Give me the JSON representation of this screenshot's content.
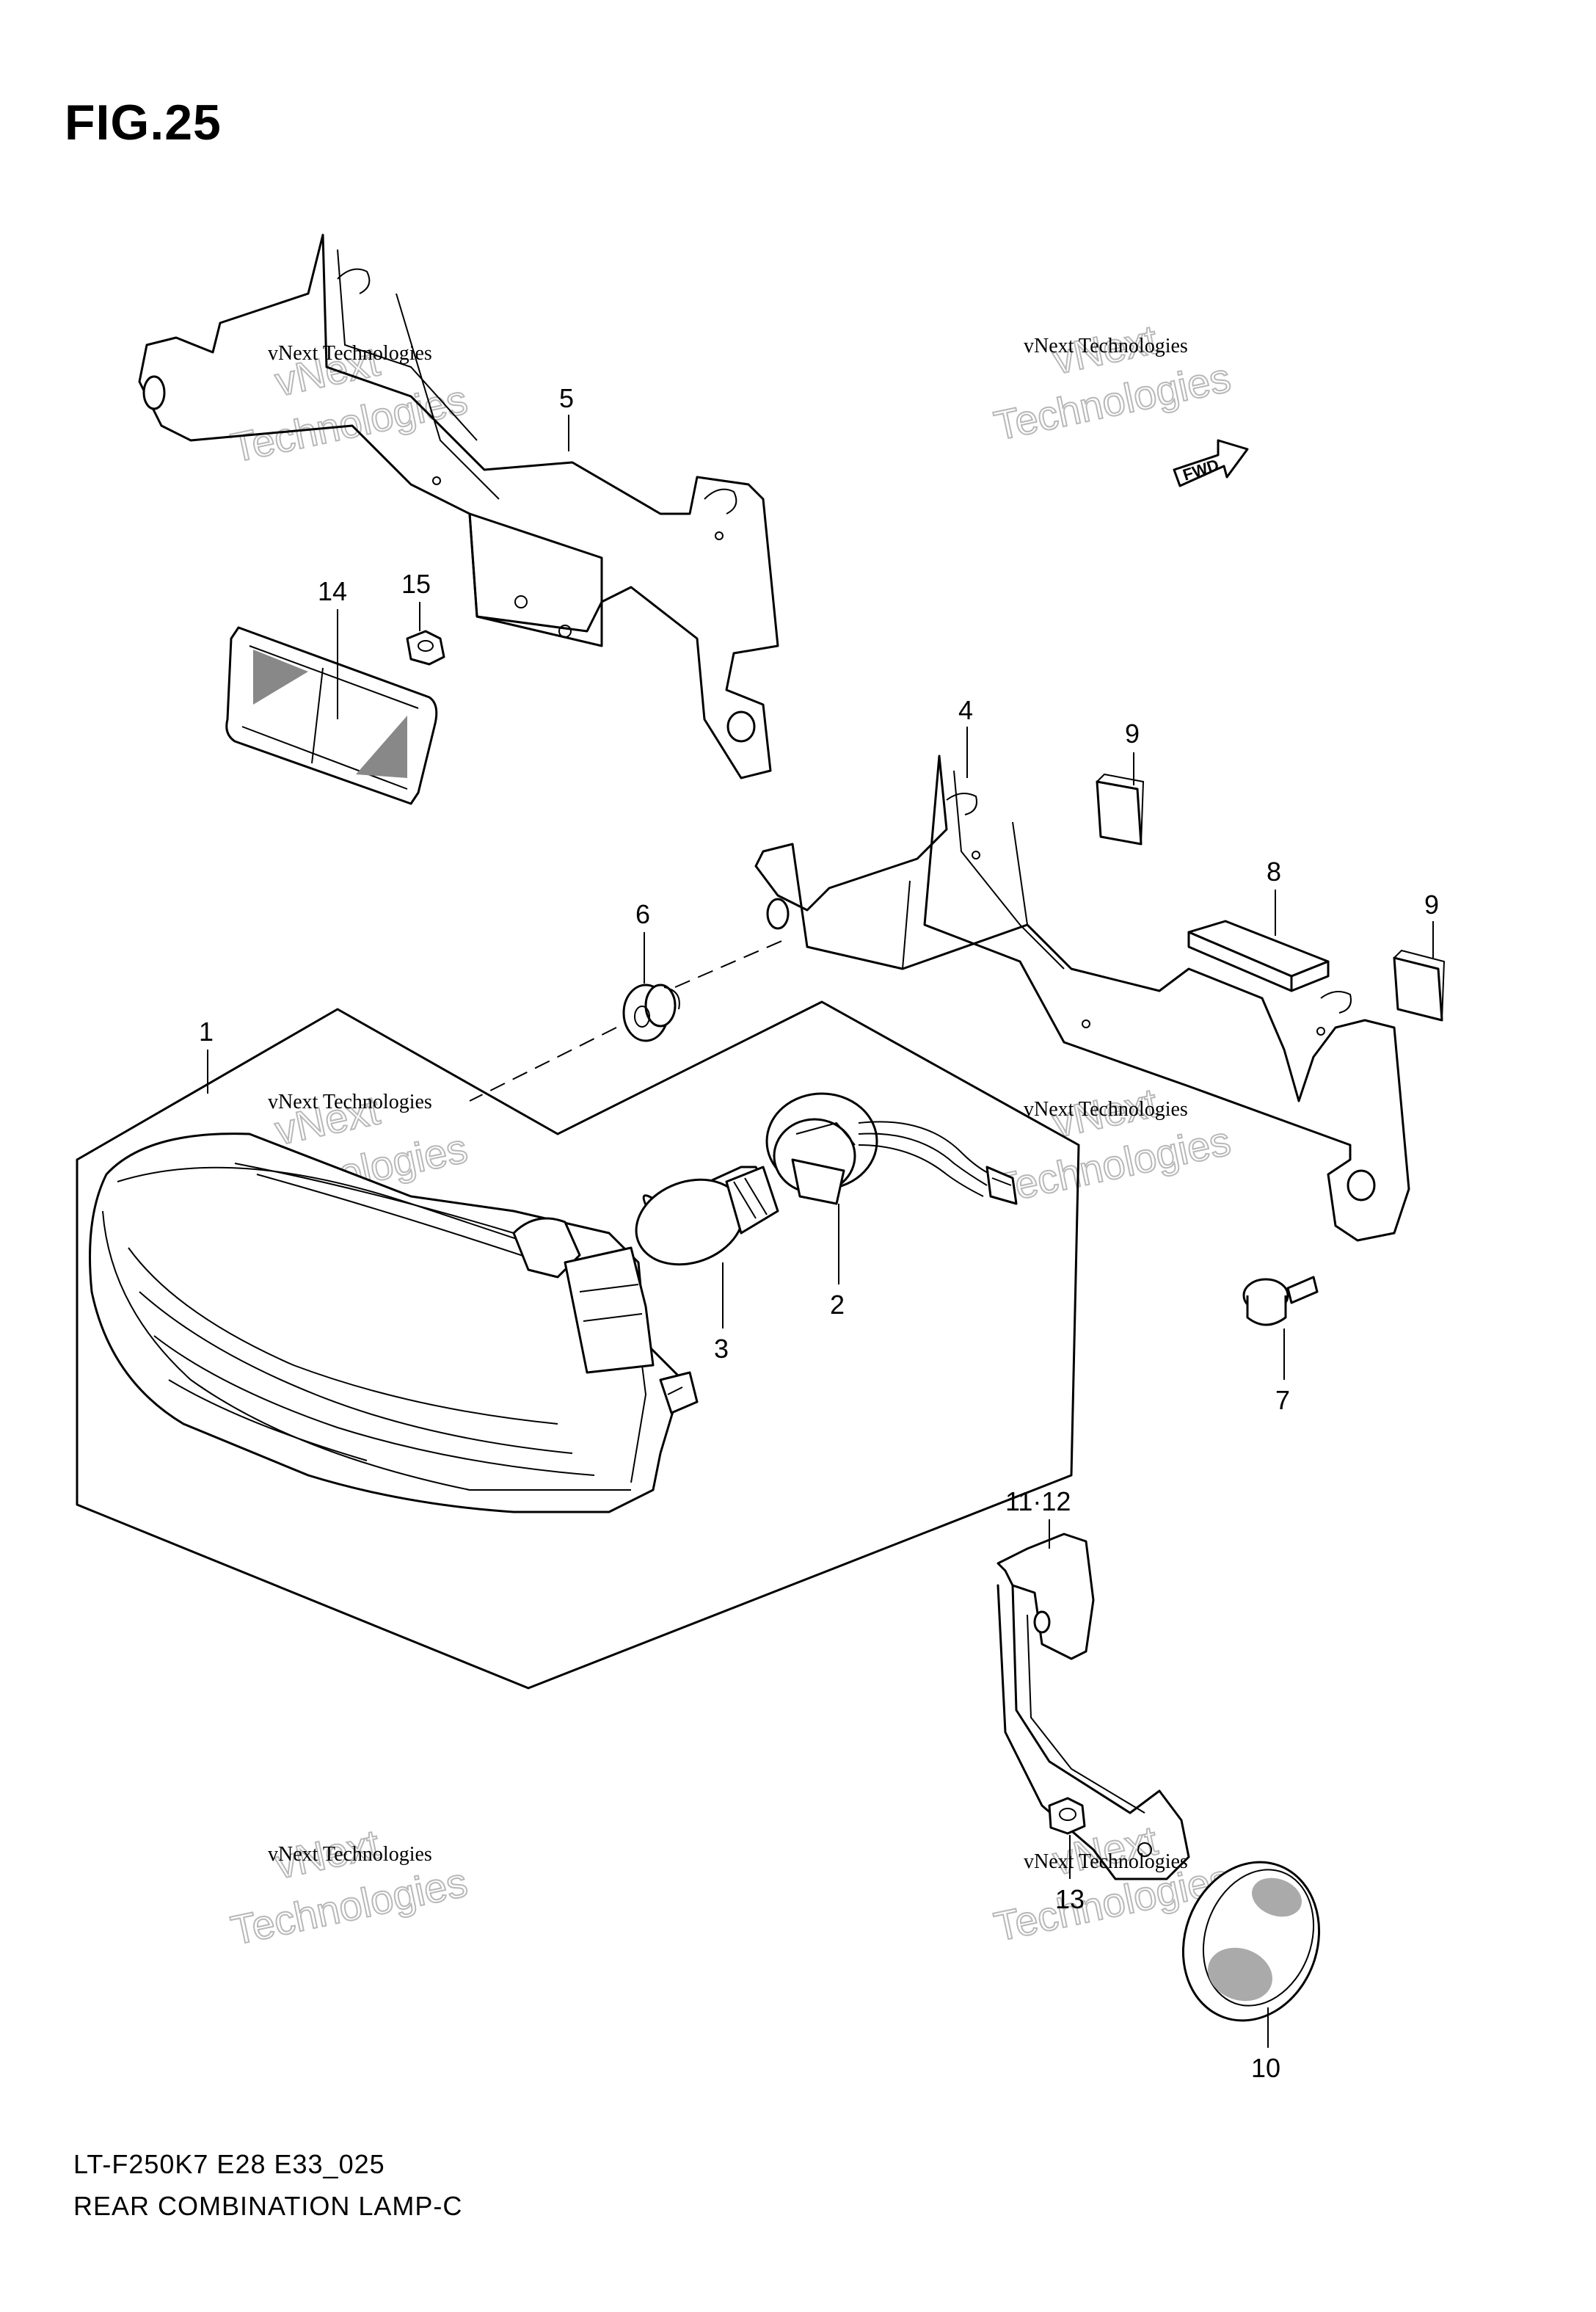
{
  "figure": {
    "title": "FIG.25",
    "model_code": "LT-F250K7  E28  E33_025",
    "caption": "REAR COMBINATION LAMP-C"
  },
  "callouts": {
    "c1": "1",
    "c2": "2",
    "c3": "3",
    "c4": "4",
    "c5": "5",
    "c6": "6",
    "c7": "7",
    "c8": "8",
    "c9a": "9",
    "c9b": "9",
    "c10": "10",
    "c11_12": "11·12",
    "c13": "13",
    "c14": "14",
    "c15": "15"
  },
  "fwd_label": "FWD",
  "watermark": {
    "small": "vNext Technologies",
    "large_top": "vNext",
    "large_bottom": "Technologies"
  }
}
